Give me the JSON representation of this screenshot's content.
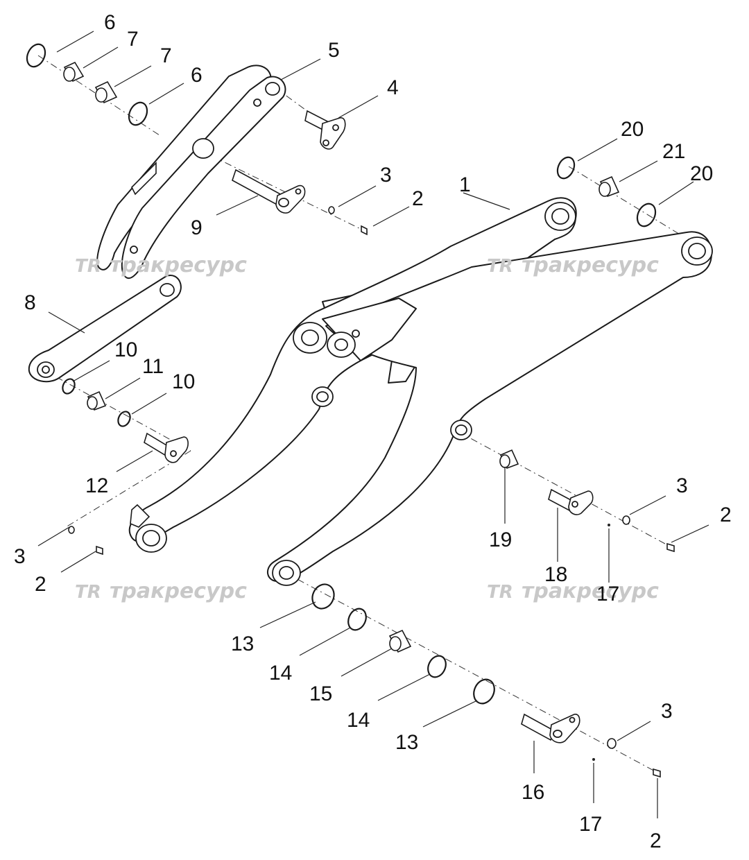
{
  "watermark": {
    "logo": "TR",
    "text": "тракресурс"
  },
  "callouts": [
    "1",
    "2",
    "3",
    "4",
    "5",
    "6",
    "7",
    "8",
    "9",
    "10",
    "11",
    "12",
    "13",
    "14",
    "15",
    "16",
    "17",
    "18",
    "19",
    "20",
    "21"
  ]
}
